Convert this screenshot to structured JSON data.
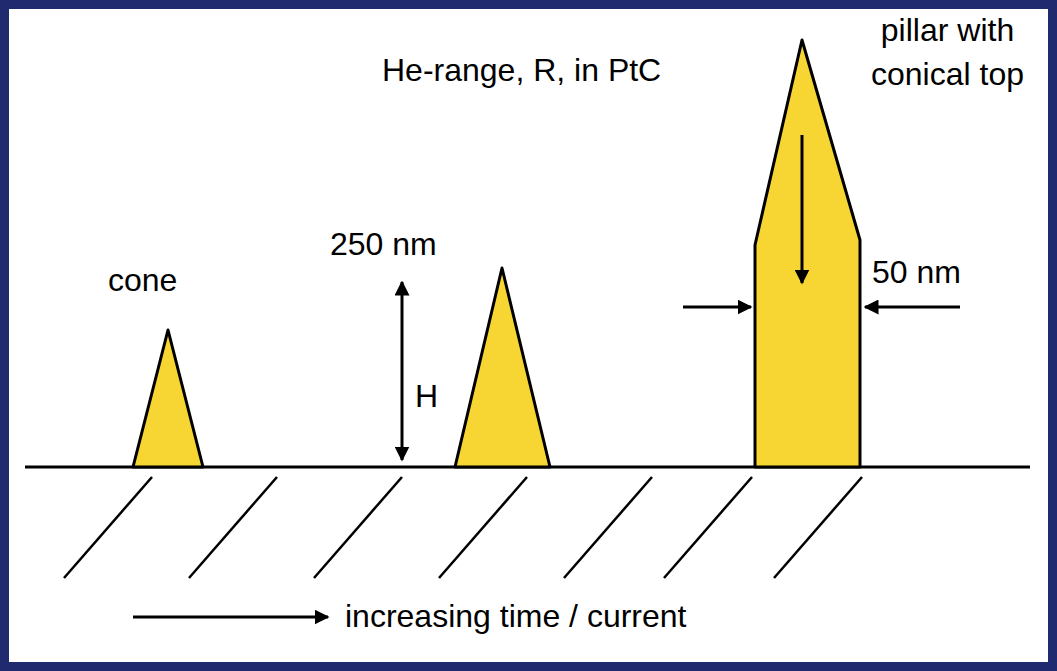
{
  "diagram": {
    "labels": [
      "He-range, R, in PtC",
      "pillar with conical top",
      "250 nm",
      "cone",
      "H",
      "50 nm",
      "increasing time / current"
    ]
  }
}
